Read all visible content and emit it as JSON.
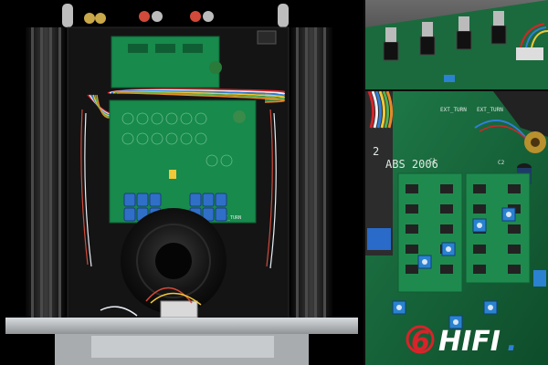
{
  "photo": {
    "main_panel": {
      "board_label": "EXT_TURN"
    },
    "detail_bottom": {
      "silkscreen_main": "ABS 2006",
      "silkscreen_prefix": "2",
      "label_ext_turn_1": "EXT_TURN",
      "label_ext_turn_2": "EXT_TURN",
      "label_c1": "C1",
      "label_c2": "C2"
    },
    "watermark": {
      "text_hi": "HIFI",
      "colors": {
        "red": "#d8232a",
        "blue": "#2f7fd8",
        "white": "#ffffff"
      }
    },
    "colors": {
      "chassis": "#1a1a1a",
      "heatsink": "#2b2b2b",
      "pcb": "#178a4c",
      "pcb_dark": "#0f5e33",
      "transformer": "#111111",
      "ribbon": [
        "#d8232a",
        "#e9eef6",
        "#2f7fd8",
        "#f0c838",
        "#50b050",
        "#e88a2a"
      ],
      "capacitor_blue": "#2f6fc8",
      "front_panel": "#bfc3c6",
      "trimmer_blue": "#2a82d0"
    }
  }
}
